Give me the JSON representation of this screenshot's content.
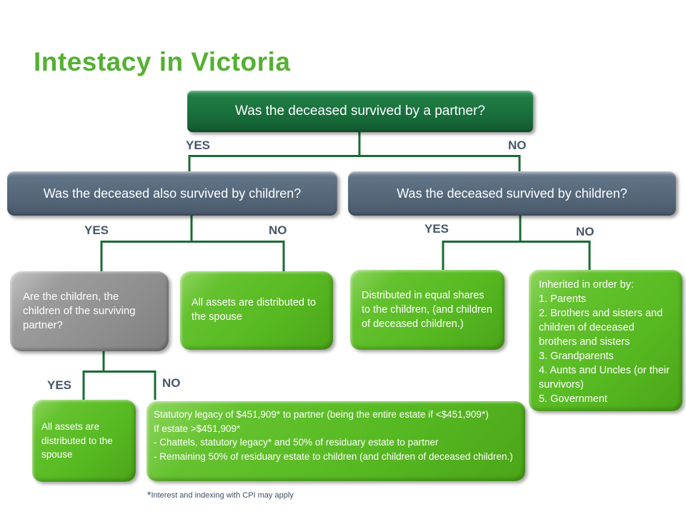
{
  "title": "Intestacy in Victoria",
  "colors": {
    "title_green": "#54B032",
    "node_dark_green": "#1A7A41",
    "node_slate": "#55687A",
    "node_green": "#57B922",
    "node_gray": "#939393",
    "connector_green": "#1A6B33",
    "branch_label": "#47566B"
  },
  "labels": {
    "yes": "YES",
    "no": "NO"
  },
  "flowchart": {
    "root": {
      "text": "Was the deceased survived by a partner?"
    },
    "level2": {
      "left": {
        "text": "Was the deceased also survived by children?"
      },
      "right": {
        "text": "Was the deceased survived by children?"
      }
    },
    "level3": {
      "children_of_partner": {
        "text": "Are the children, the children of the surviving partner?"
      },
      "all_to_spouse": {
        "text": "All assets are distributed to the spouse"
      },
      "equal_shares": {
        "text": "Distributed in equal shares to the children, (and children of deceased children.)"
      },
      "inheritance_order": {
        "intro": "Inherited in order by:",
        "items": [
          "1. Parents",
          "2. Brothers and sisters and children of deceased brothers and sisters",
          "3. Grandparents",
          "4. Aunts and Uncles (or their survivors)",
          "5. Government"
        ]
      }
    },
    "level4": {
      "all_to_spouse": {
        "text": "All assets are distributed to the spouse"
      },
      "statutory_legacy": {
        "lines": [
          "Statutory legacy of $451,909* to partner (being the entire estate if <$451,909*)",
          "If estate >$451,909*",
          "- Chattels, statutory legacy* and 50% of residuary estate to partner",
          "- Remaining 50% of residuary estate to children (and children of deceased children.)"
        ]
      }
    },
    "footnote": {
      "asterisk": "*",
      "text": "Interest and indexing with CPI may apply"
    }
  }
}
